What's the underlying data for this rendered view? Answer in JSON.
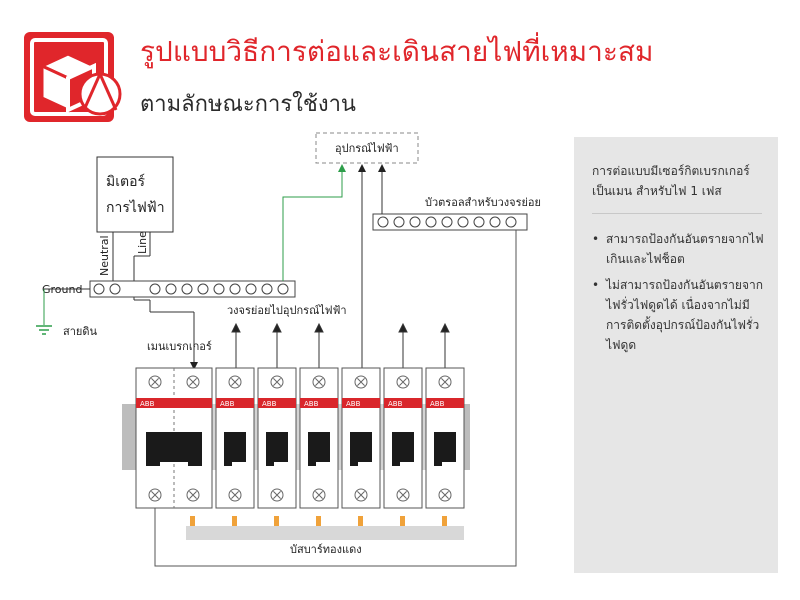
{
  "header": {
    "title": "รูปแบบวิธีการต่อและเดินสายไฟที่เหมาะสม",
    "subtitle": "ตามลักษณะการใช้งาน"
  },
  "colors": {
    "brand_red": "#e0262b",
    "breaker_red": "#d9262b",
    "busbar_green": "#2e9e4a",
    "pin_orange": "#f0a23a",
    "panel_bg": "#e6e6e6"
  },
  "logo": {
    "icon": "box-logo-icon"
  },
  "diagram": {
    "meter_label_1": "มิเตอร์",
    "meter_label_2": "การไฟฟ้า",
    "neutral_label": "Neutral",
    "line_label": "Line",
    "ground_label": "Ground",
    "earth_label": "สายดิน",
    "appliance_label": "อุปกรณ์ไฟฟ้า",
    "rcd_label": "บัวตรอลสำหรับวงจรย่อย",
    "subcircuit_label": "วงจรย่อยไปอุปกรณ์ไฟฟ้า",
    "main_breaker_label": "เมนเบรกเกอร์",
    "breaker_brand": "ABB",
    "busbar_label": "บัสบาร์ทองแดง"
  },
  "info": {
    "heading": "การต่อแบบมีเซอร์กิตเบรกเกอร์เป็นเมน สำหรับไฟ 1 เฟส",
    "items": [
      "สามารถป้องกันอันตรายจากไฟเกินและไฟช็อต",
      "ไม่สามารถป้องกันอันตรายจากไฟรั่วไฟดูดได้ เนื่องจากไม่มีการติดตั้งอุปกรณ์ป้องกันไฟรั่วไฟดูด"
    ]
  }
}
